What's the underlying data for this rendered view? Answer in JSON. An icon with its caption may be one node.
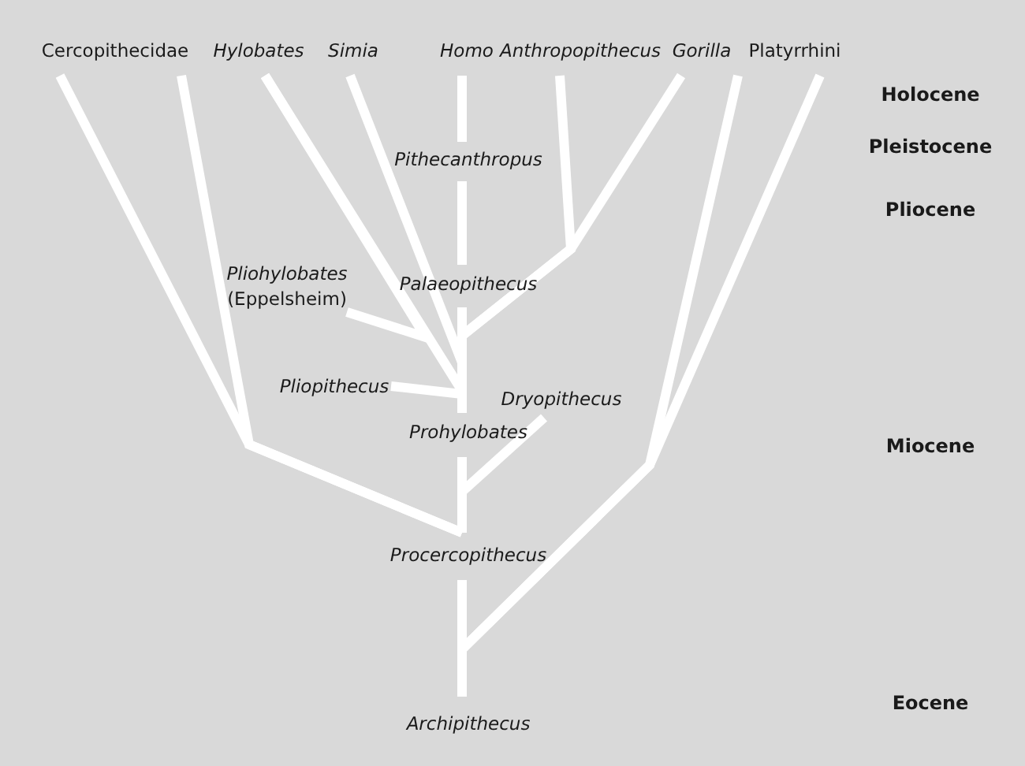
{
  "diagram": {
    "nodes": [
      {
        "text": [
          "Cercopithecidae"
        ]
      },
      {
        "text": [
          "Hylobates"
        ]
      },
      {
        "text": [
          "Simia"
        ]
      },
      {
        "text": [
          "Homo"
        ]
      },
      {
        "text": [
          "Anthropopithecus"
        ]
      },
      {
        "text": [
          "Gorilla"
        ]
      },
      {
        "text": [
          "Platyrrhini"
        ]
      },
      {
        "text": [
          "Pithecanthropus"
        ]
      },
      {
        "text": [
          "*Pliohylobates* (Eppelsheim)"
        ]
      },
      {
        "text": [
          "Palaeopithecus"
        ]
      },
      {
        "text": [
          "Pliopithecus"
        ]
      },
      {
        "text": [
          "Dryopithecus"
        ]
      },
      {
        "text": [
          "Prohylobates"
        ]
      },
      {
        "text": [
          "Procercopithecus"
        ]
      },
      {
        "text": [
          "Archipithecus"
        ]
      }
    ],
    "edges": [
      {
        "from": 14,
        "to": 13,
        "arrow": "none"
      },
      {
        "from": 14,
        "to": 6,
        "arrow": "none"
      },
      {
        "from": 14,
        "to": 6,
        "arrow": "none"
      },
      {
        "from": 13,
        "to": 0,
        "arrow": "none"
      },
      {
        "from": 13,
        "to": 0,
        "arrow": "none"
      },
      {
        "from": 13,
        "to": 12,
        "arrow": "none"
      },
      {
        "from": 12,
        "to": 11,
        "arrow": "none"
      },
      {
        "from": 12,
        "to": 10,
        "arrow": "none"
      },
      {
        "from": 12,
        "to": 1,
        "arrow": "none"
      },
      {
        "from": 8,
        "to": 1,
        "arrow": "none"
      },
      {
        "from": 12,
        "to": 9,
        "arrow": "none"
      },
      {
        "from": 12,
        "to": 2,
        "arrow": "none"
      },
      {
        "from": 9,
        "to": 4,
        "arrow": "none"
      },
      {
        "from": 9,
        "to": 5,
        "arrow": "none"
      },
      {
        "from": 9,
        "to": 7,
        "arrow": "none"
      },
      {
        "from": 7,
        "to": 3,
        "arrow": "none"
      }
    ],
    "labels": [
      "Holocene",
      "Pleistocene",
      "Pliocene",
      "Miocene",
      "Eocene"
    ]
  }
}
